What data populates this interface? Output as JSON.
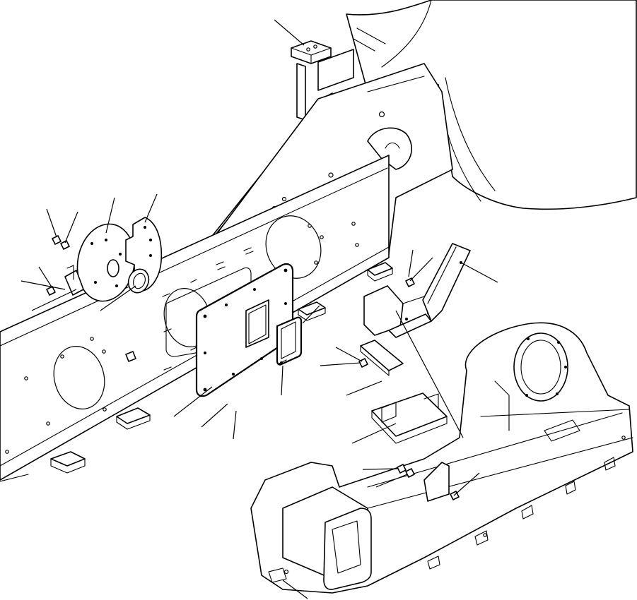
{
  "diagram": {
    "kind": "exploded-parts-view",
    "line_color": "#000000",
    "background": "#ffffff",
    "labels": [],
    "callouts": [
      {
        "id": "leader-top-pad"
      },
      {
        "id": "leader-bolt-1"
      },
      {
        "id": "leader-washer-1"
      },
      {
        "id": "leader-disc-cover"
      },
      {
        "id": "leader-plate-bracket"
      },
      {
        "id": "leader-bolt-2"
      },
      {
        "id": "leader-clip"
      },
      {
        "id": "leader-seal-ring"
      },
      {
        "id": "leader-access-plate"
      },
      {
        "id": "leader-bolt-3"
      },
      {
        "id": "leader-nut-3"
      },
      {
        "id": "leader-gasket"
      },
      {
        "id": "leader-small-bolt"
      },
      {
        "id": "leader-gasket-bolt"
      },
      {
        "id": "leader-bolt-right"
      },
      {
        "id": "leader-guard-bracket"
      },
      {
        "id": "leader-curved-bracket"
      },
      {
        "id": "leader-bolt-4"
      },
      {
        "id": "leader-spacer"
      },
      {
        "id": "leader-cover-plate"
      },
      {
        "id": "leader-nut-5"
      },
      {
        "id": "leader-washer-5"
      },
      {
        "id": "leader-bolt-5"
      },
      {
        "id": "leader-track-frame"
      }
    ]
  }
}
